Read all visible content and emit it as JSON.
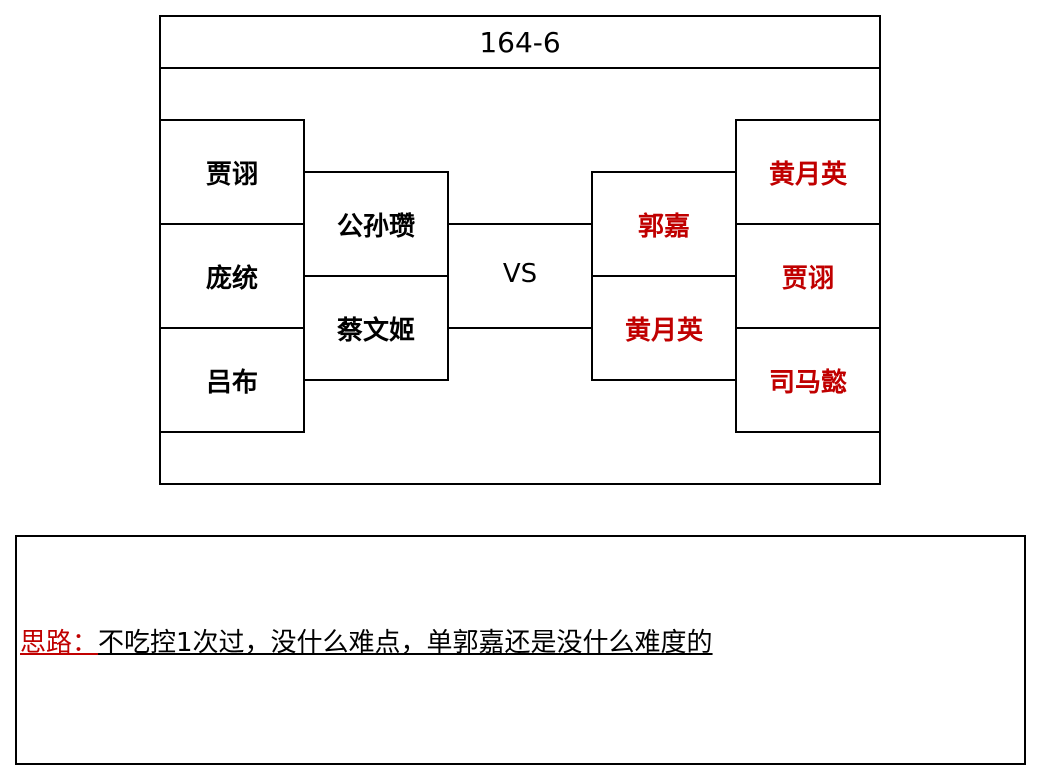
{
  "title": "164-6",
  "vs_label": "VS",
  "left_team": {
    "back": [
      "贾诩",
      "庞统",
      "吕布"
    ],
    "front": [
      "公孙瓒",
      "蔡文姬"
    ]
  },
  "right_team": {
    "front": [
      "郭嘉",
      "黄月英"
    ],
    "back": [
      "黄月英",
      "贾诩",
      "司马懿"
    ],
    "color": "#c00000"
  },
  "notes": {
    "label": "思路：",
    "text": "不吃控1次过，没什么难点，单郭嘉还是没什么难度的"
  }
}
